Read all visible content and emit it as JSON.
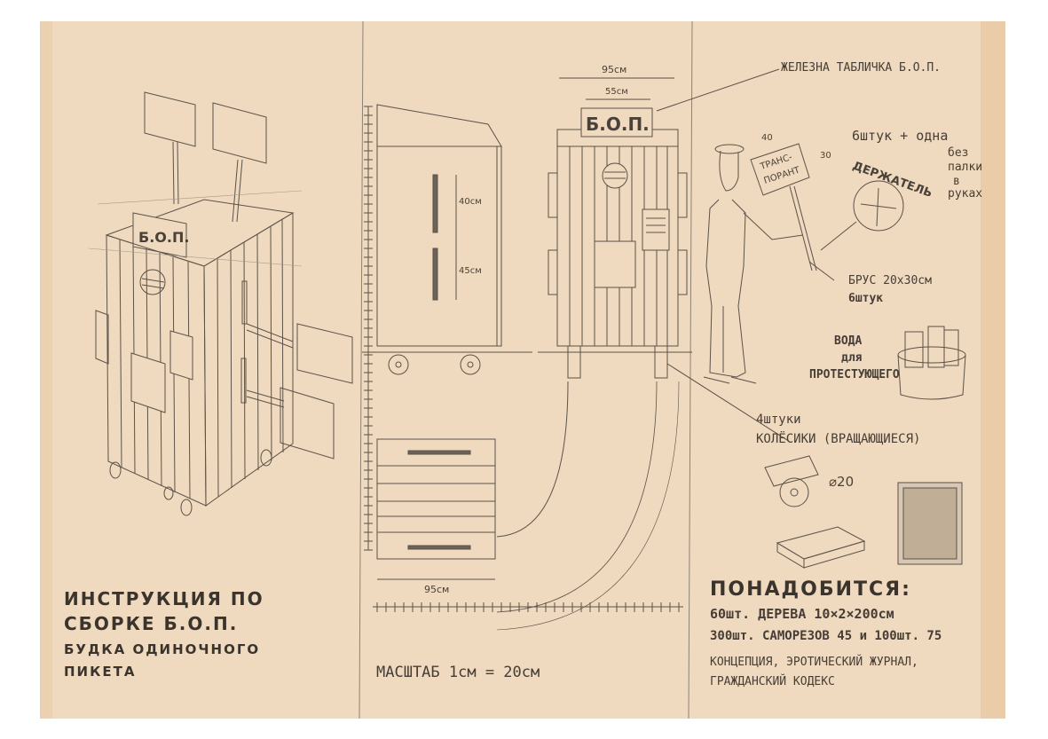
{
  "colors": {
    "paper": "#efd9bf",
    "paper_edge": "#e7c9a6",
    "pencil": "#5b5249"
  },
  "title": {
    "line1": "ИНСТРУКЦИЯ ПО",
    "line2": "СБОРКЕ Б.О.П.",
    "line3": "БУДКА ОДИНОЧНОГО",
    "line4": "ПИКЕТА"
  },
  "booth_sign": "Б.О.П.",
  "scale_label": "МАСШТАБ 1см = 20см",
  "dimensions": {
    "width_top": "95см",
    "width_sign": "55см",
    "slot_upper": "40см",
    "slot_lower": "45см",
    "width_bottom": "95см"
  },
  "annotations": {
    "iron_plate": "ЖЕЛЕЗНА ТАБЛИЧКА Б.О.П.",
    "banner_word_1": "ТРАНС-",
    "banner_word_2": "ПОРАНТ",
    "banner_w": "40",
    "banner_h": "30",
    "banner_qty_1": "6штук + одна",
    "banner_qty_2": "без",
    "banner_qty_3": "палки",
    "banner_qty_4": "в",
    "banner_qty_5": "руках",
    "holder": "ДЕРЖАТЕЛЬ",
    "beam_1": "БРУС 20х30см",
    "beam_2": "6штук",
    "water_1": "ВОДА",
    "water_2": "для",
    "water_3": "ПРОТЕСТУЮЩЕГО",
    "wheels_1": "4штуки",
    "wheels_2": "КОЛЁСИКИ (ВРАЩАЮЩИЕСЯ)",
    "wheel_diam": "⌀20"
  },
  "materials": {
    "heading": "ПОНАДОБИТСЯ:",
    "item1": "60шт. ДЕРЕВА 10×2×200см",
    "item2": "300шт. САМОРЕЗОВ 45 и 100шт. 75",
    "item3": "КОНЦЕПЦИЯ, ЭРОТИЧЕСКИЙ ЖУРНАЛ,",
    "item4": "ГРАЖДАНСКИЙ КОДЕКС"
  }
}
